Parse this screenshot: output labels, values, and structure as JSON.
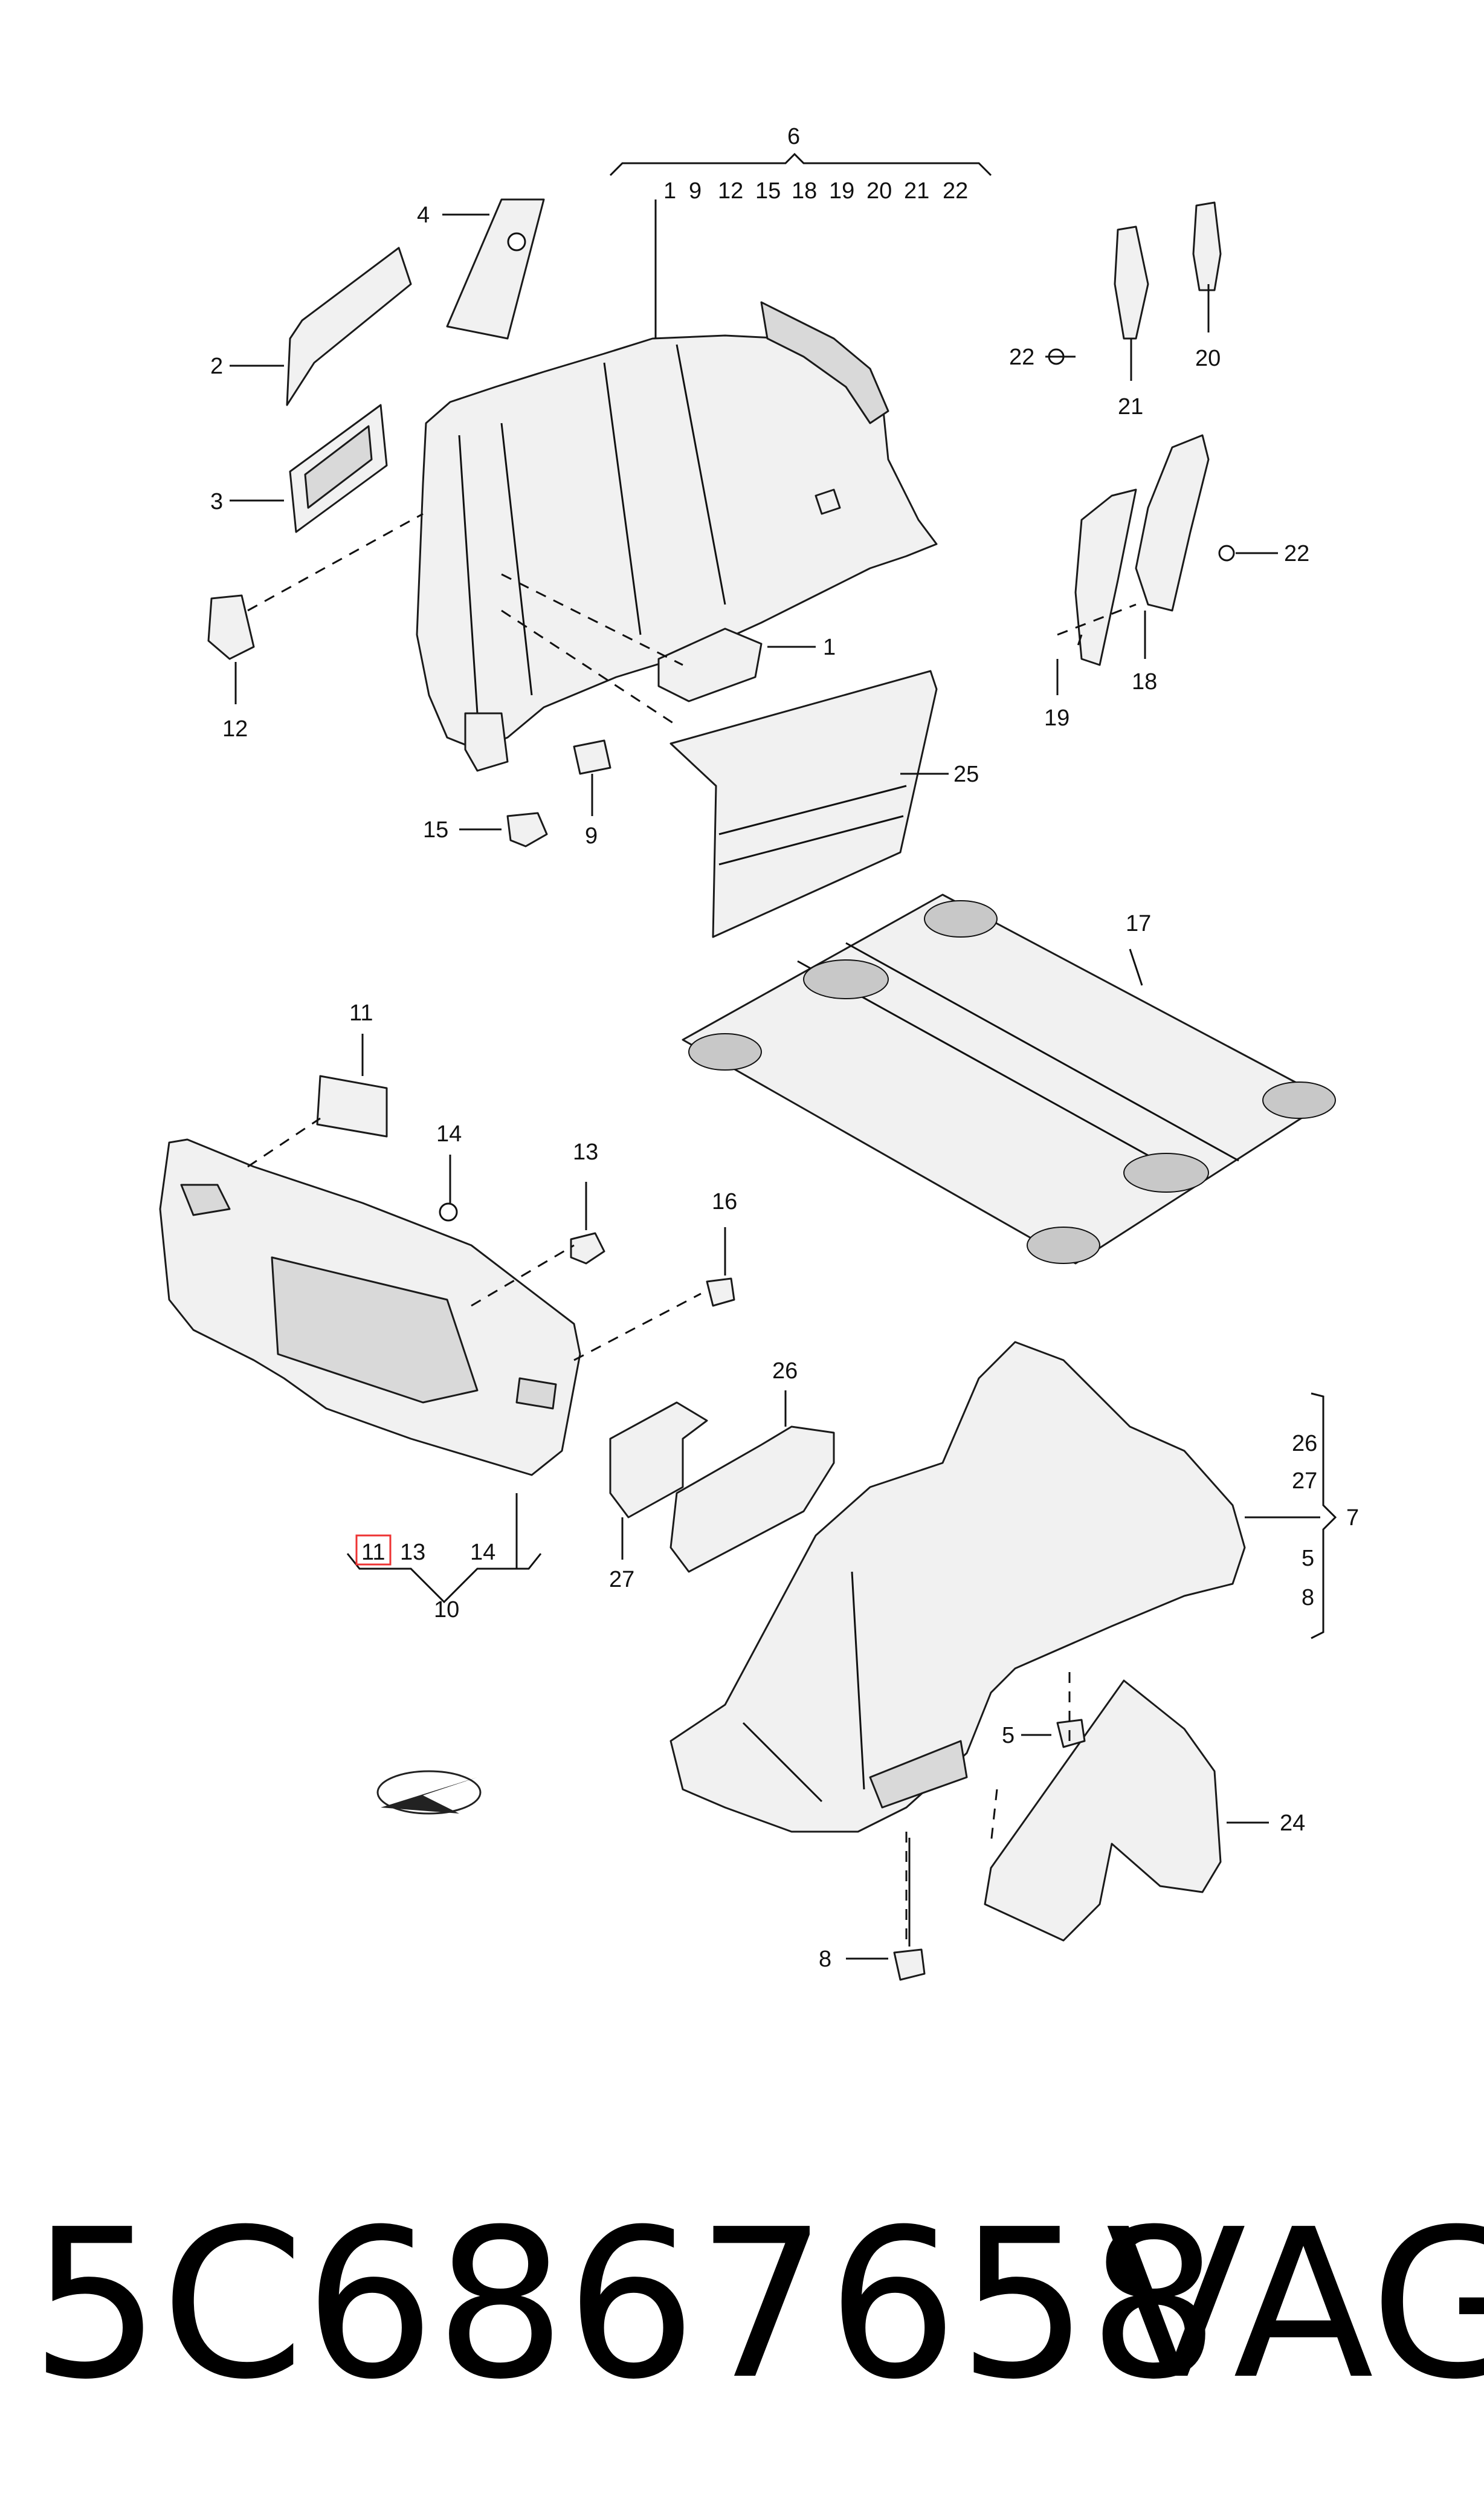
{
  "part_number": "5C6867658",
  "brand": "VAG",
  "callouts": {
    "c1": "1",
    "c2": "2",
    "c3": "3",
    "c4": "4",
    "c5": "5",
    "c6": "6",
    "c7": "7",
    "c8": "8",
    "c9": "9",
    "c10": "10",
    "c11a": "11",
    "c11b": "11",
    "c12": "12",
    "c13a": "13",
    "c13b": "13",
    "c14a": "14",
    "c14b": "14",
    "c15": "15",
    "c16": "16",
    "c17": "17",
    "c18": "18",
    "c19": "19",
    "c20": "20",
    "c21": "21",
    "c22a": "22",
    "c22b": "22",
    "c24": "24",
    "c25": "25",
    "c26a": "26",
    "c26b": "26",
    "c27a": "27",
    "c27b": "27"
  },
  "group6": [
    "1",
    "9",
    "12",
    "15",
    "18",
    "19",
    "20",
    "21",
    "22"
  ],
  "group7": [
    "26",
    "27",
    "5",
    "8"
  ],
  "group10": [
    "11",
    "13",
    "14"
  ]
}
